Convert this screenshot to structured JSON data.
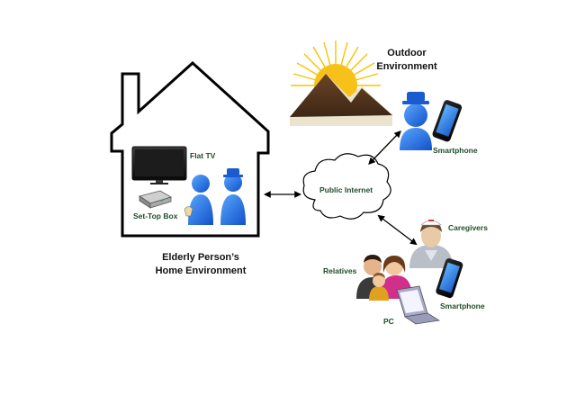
{
  "labels": {
    "flat_tv": "Flat TV",
    "set_top_box": "Set-Top Box",
    "home_line1": "Elderly Person’s",
    "home_line2": "Home Environment",
    "outdoor_line1": "Outdoor",
    "outdoor_line2": "Environment",
    "public_internet": "Public Internet",
    "smartphone_outdoor": "Smartphone",
    "caregivers": "Caregivers",
    "relatives": "Relatives",
    "smartphone_remote": "Smartphone",
    "pc": "PC"
  },
  "colors": {
    "person_blue": "#1f6fe0",
    "sun_yellow": "#f5c400",
    "mountain_brown": "#5a3a22",
    "label_green": "#1f4d2a"
  },
  "icons": [
    "house-icon",
    "tv-icon",
    "set-top-box-icon",
    "elderly-couple-icon",
    "sun-icon",
    "mountain-icon",
    "hat-person-icon",
    "smartphone-icon",
    "cloud-icon",
    "caregiver-icon",
    "family-icon",
    "laptop-icon"
  ]
}
